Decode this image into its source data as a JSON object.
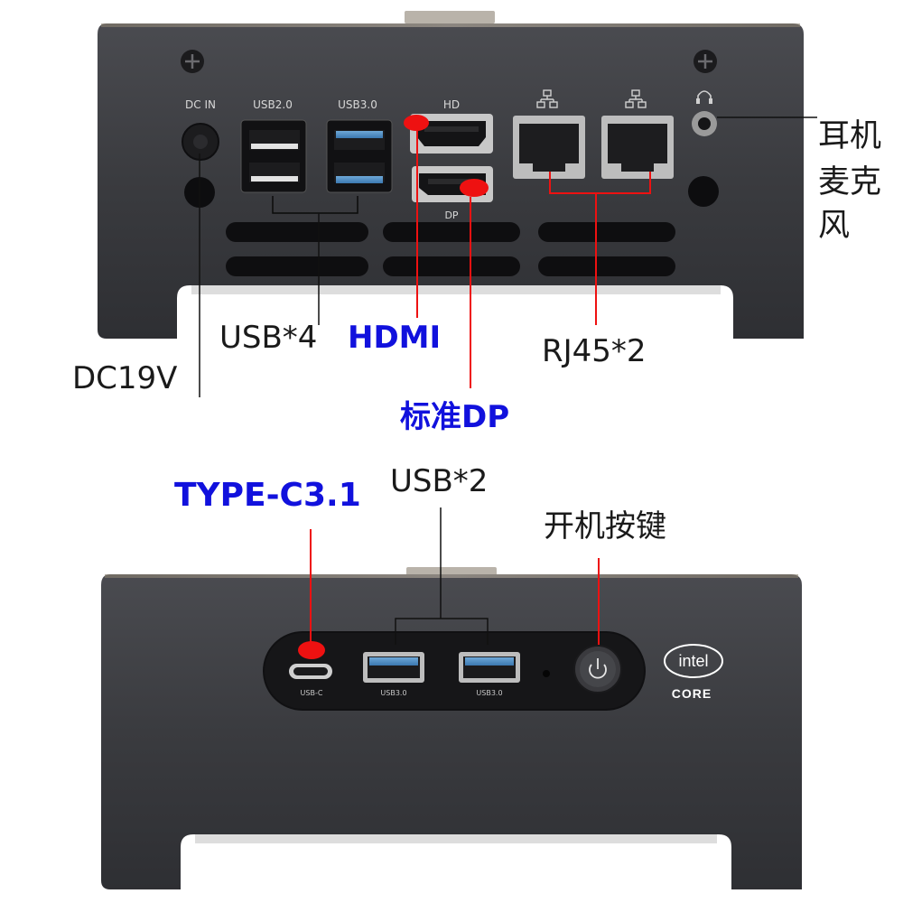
{
  "rear_panel": {
    "port_labels": {
      "dc_in": "DC IN",
      "usb20": "USB2.0",
      "usb30": "USB3.0",
      "hd": "HD",
      "dp": "DP"
    },
    "callouts": {
      "dc": "DC19V",
      "usb": "USB*4",
      "hdmi": "HDMI",
      "dp": "标准DP",
      "rj45": "RJ45*2",
      "audio_line1": "耳机",
      "audio_line2": "麦克",
      "audio_line3": "风"
    }
  },
  "front_panel": {
    "port_labels": {
      "usbc": "USB-C",
      "usb30_a": "USB3.0",
      "usb30_b": "USB3.0"
    },
    "badge": {
      "brand": "intel",
      "line": "CORE"
    },
    "callouts": {
      "typec": "TYPE-C3.1",
      "usb": "USB*2",
      "power": "开机按键"
    }
  },
  "colors": {
    "chassis": "#3d3e42",
    "highlight_blue": "#1111dd",
    "marker_red": "#ee1111"
  }
}
